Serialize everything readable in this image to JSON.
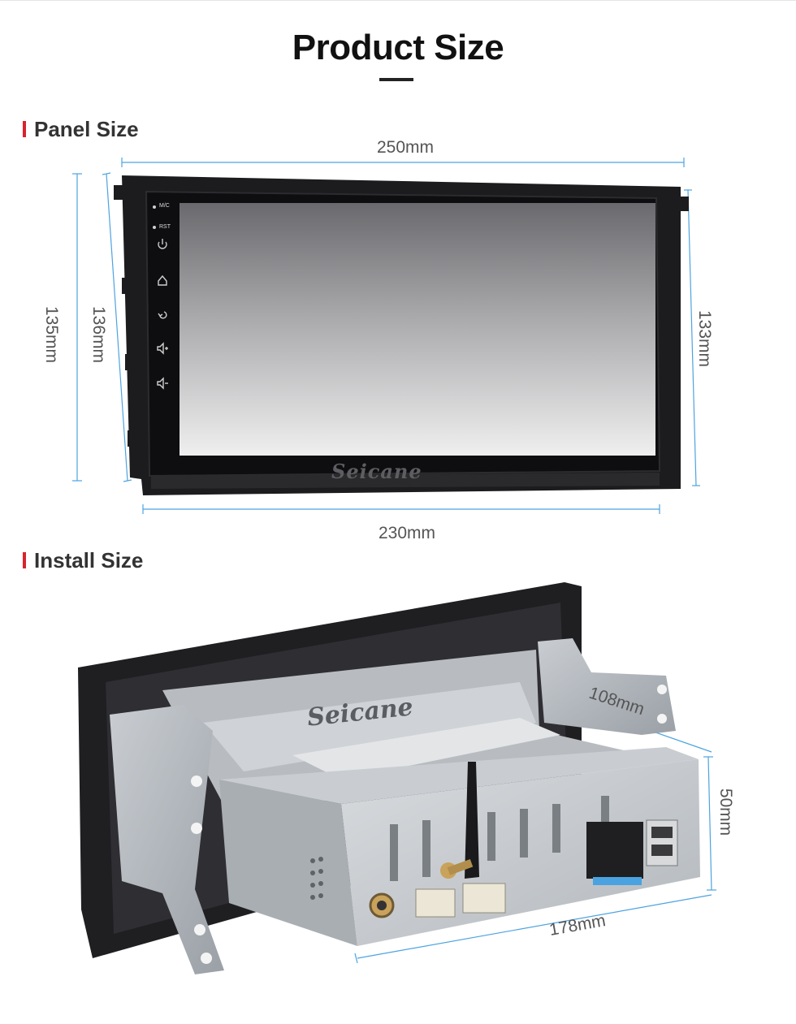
{
  "page": {
    "title": "Product Size"
  },
  "panel_section": {
    "heading": "Panel Size",
    "dimensions": {
      "top_width": "250mm",
      "bottom_width": "230mm",
      "outer_height_left": "135mm",
      "inner_height_left": "136mm",
      "height_right": "133mm"
    },
    "screen_buttons": {
      "mic": "M/C",
      "reset": "RST"
    },
    "brand": "Seicane"
  },
  "install_section": {
    "heading": "Install Size",
    "dimensions": {
      "depth": "108mm",
      "height": "50mm",
      "width": "178mm"
    },
    "brand": "Seicane"
  },
  "colors": {
    "accent_red": "#d9232e",
    "dimension_line": "#4da3e0",
    "bezel": "#1c1c1e"
  },
  "icons": [
    "power-icon",
    "home-icon",
    "back-icon",
    "volume-up-icon",
    "volume-down-icon"
  ]
}
